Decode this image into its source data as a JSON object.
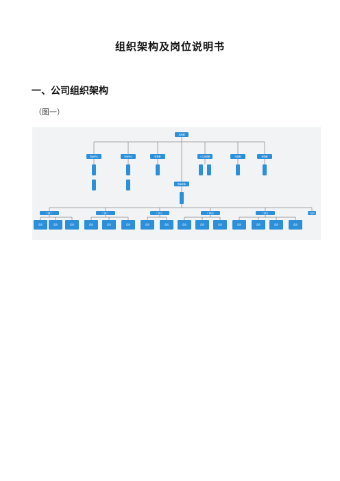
{
  "document": {
    "title": "组织架构及岗位说明书",
    "section_heading": "一、公司组织架构",
    "figure_caption": "（图一）"
  },
  "org_chart": {
    "root": "总经理",
    "level1": [
      "营运中心",
      "市场中心",
      "财务部",
      "人力资源部",
      "行政部",
      "采购部"
    ],
    "center": "营运总监",
    "stores": [
      "门店一",
      "门店二",
      "门店三",
      "门店四",
      "门店五",
      "门店六"
    ],
    "staff": [
      "店员",
      "店员",
      "店员",
      "店员",
      "店员",
      "店员",
      "店员",
      "店员",
      "店员",
      "店员",
      "店员",
      "店员",
      "店员",
      "店员",
      "店员"
    ]
  },
  "colors": {
    "node": "#2b8fd9",
    "background": "#f2f3f5",
    "line": "#555555"
  }
}
